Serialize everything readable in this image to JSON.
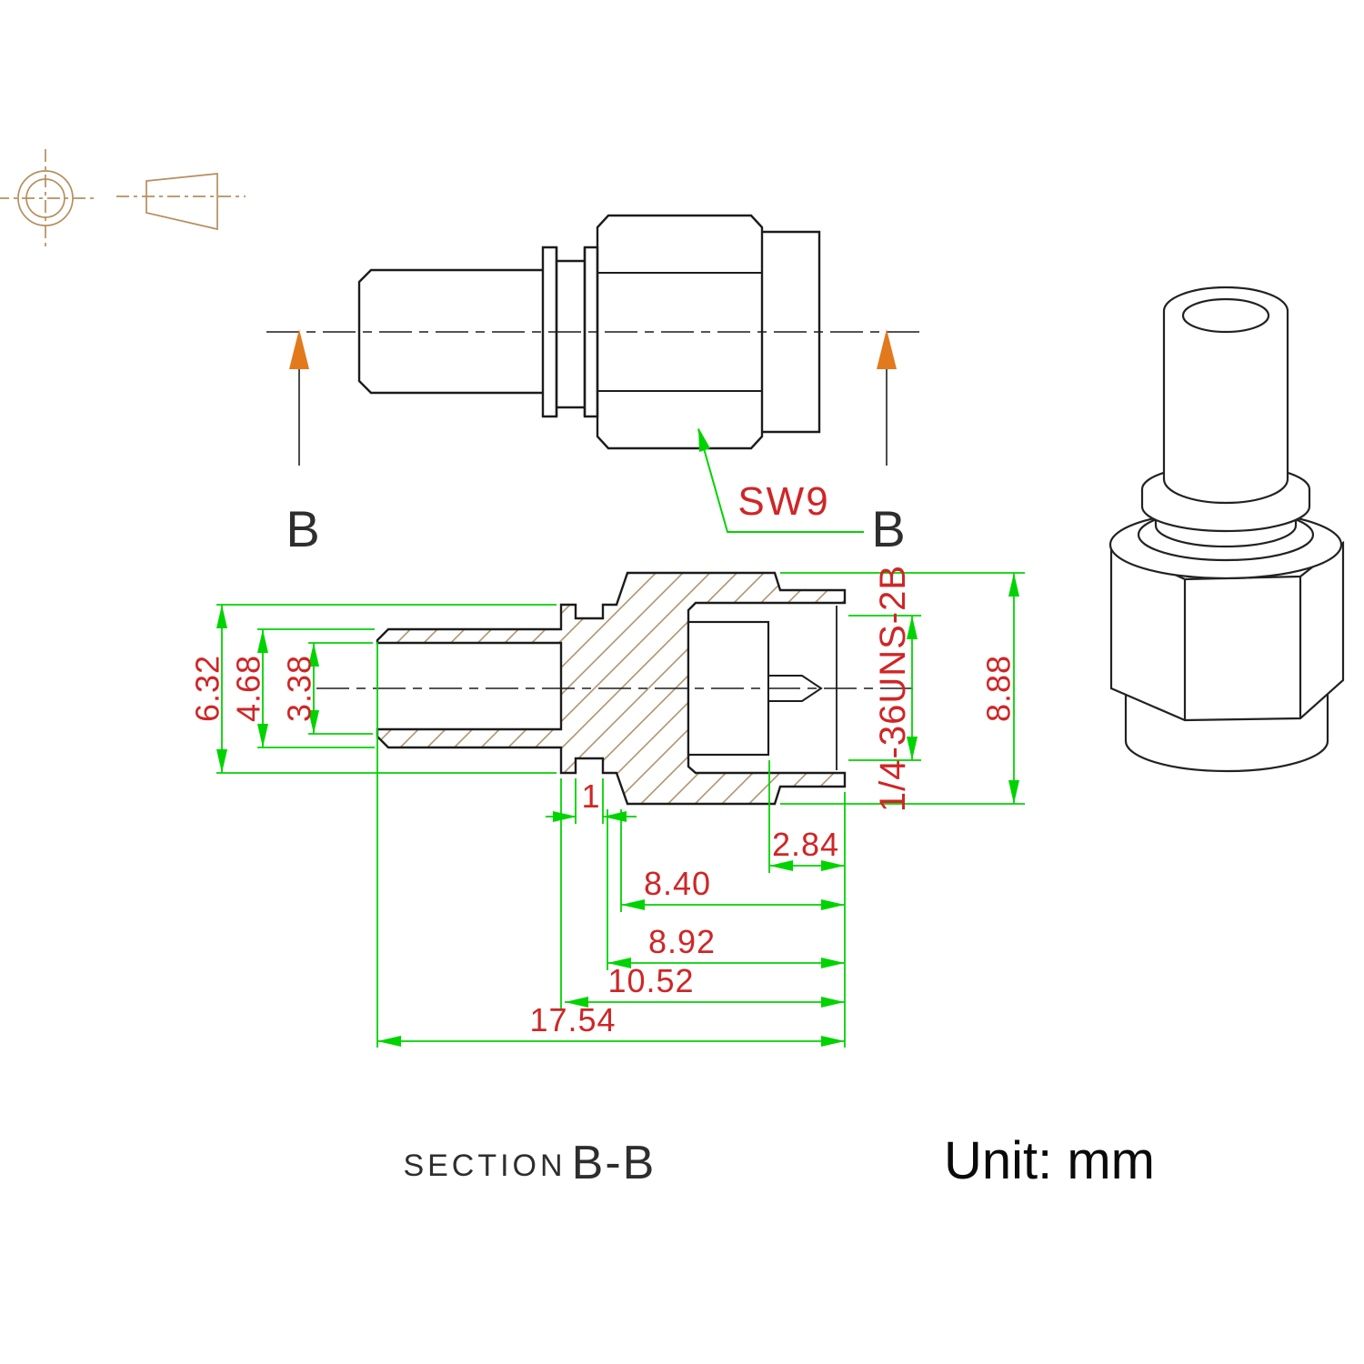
{
  "labels": {
    "unit": "Unit: mm",
    "section_prefix": "SECTION",
    "section_name": "B-B",
    "marker": "B"
  },
  "callouts": {
    "wrench": "SW9",
    "thread": "1/4-36UNS-2B"
  },
  "dims": {
    "bore": "3.38",
    "barrel": "4.68",
    "flange": "6.32",
    "body": "8.88",
    "groove": "1",
    "thread_engage": "2.84",
    "l1": "8.40",
    "l2": "8.92",
    "l3": "10.52",
    "overall": "17.54"
  },
  "colors": {
    "dimension_line": "#00d400",
    "dimension_text": "#cf2626",
    "outline": "#1c1c1c",
    "hatch": "#a88d63",
    "section_arrow": "#e2791c",
    "projection_symbol": "#b5905e"
  }
}
